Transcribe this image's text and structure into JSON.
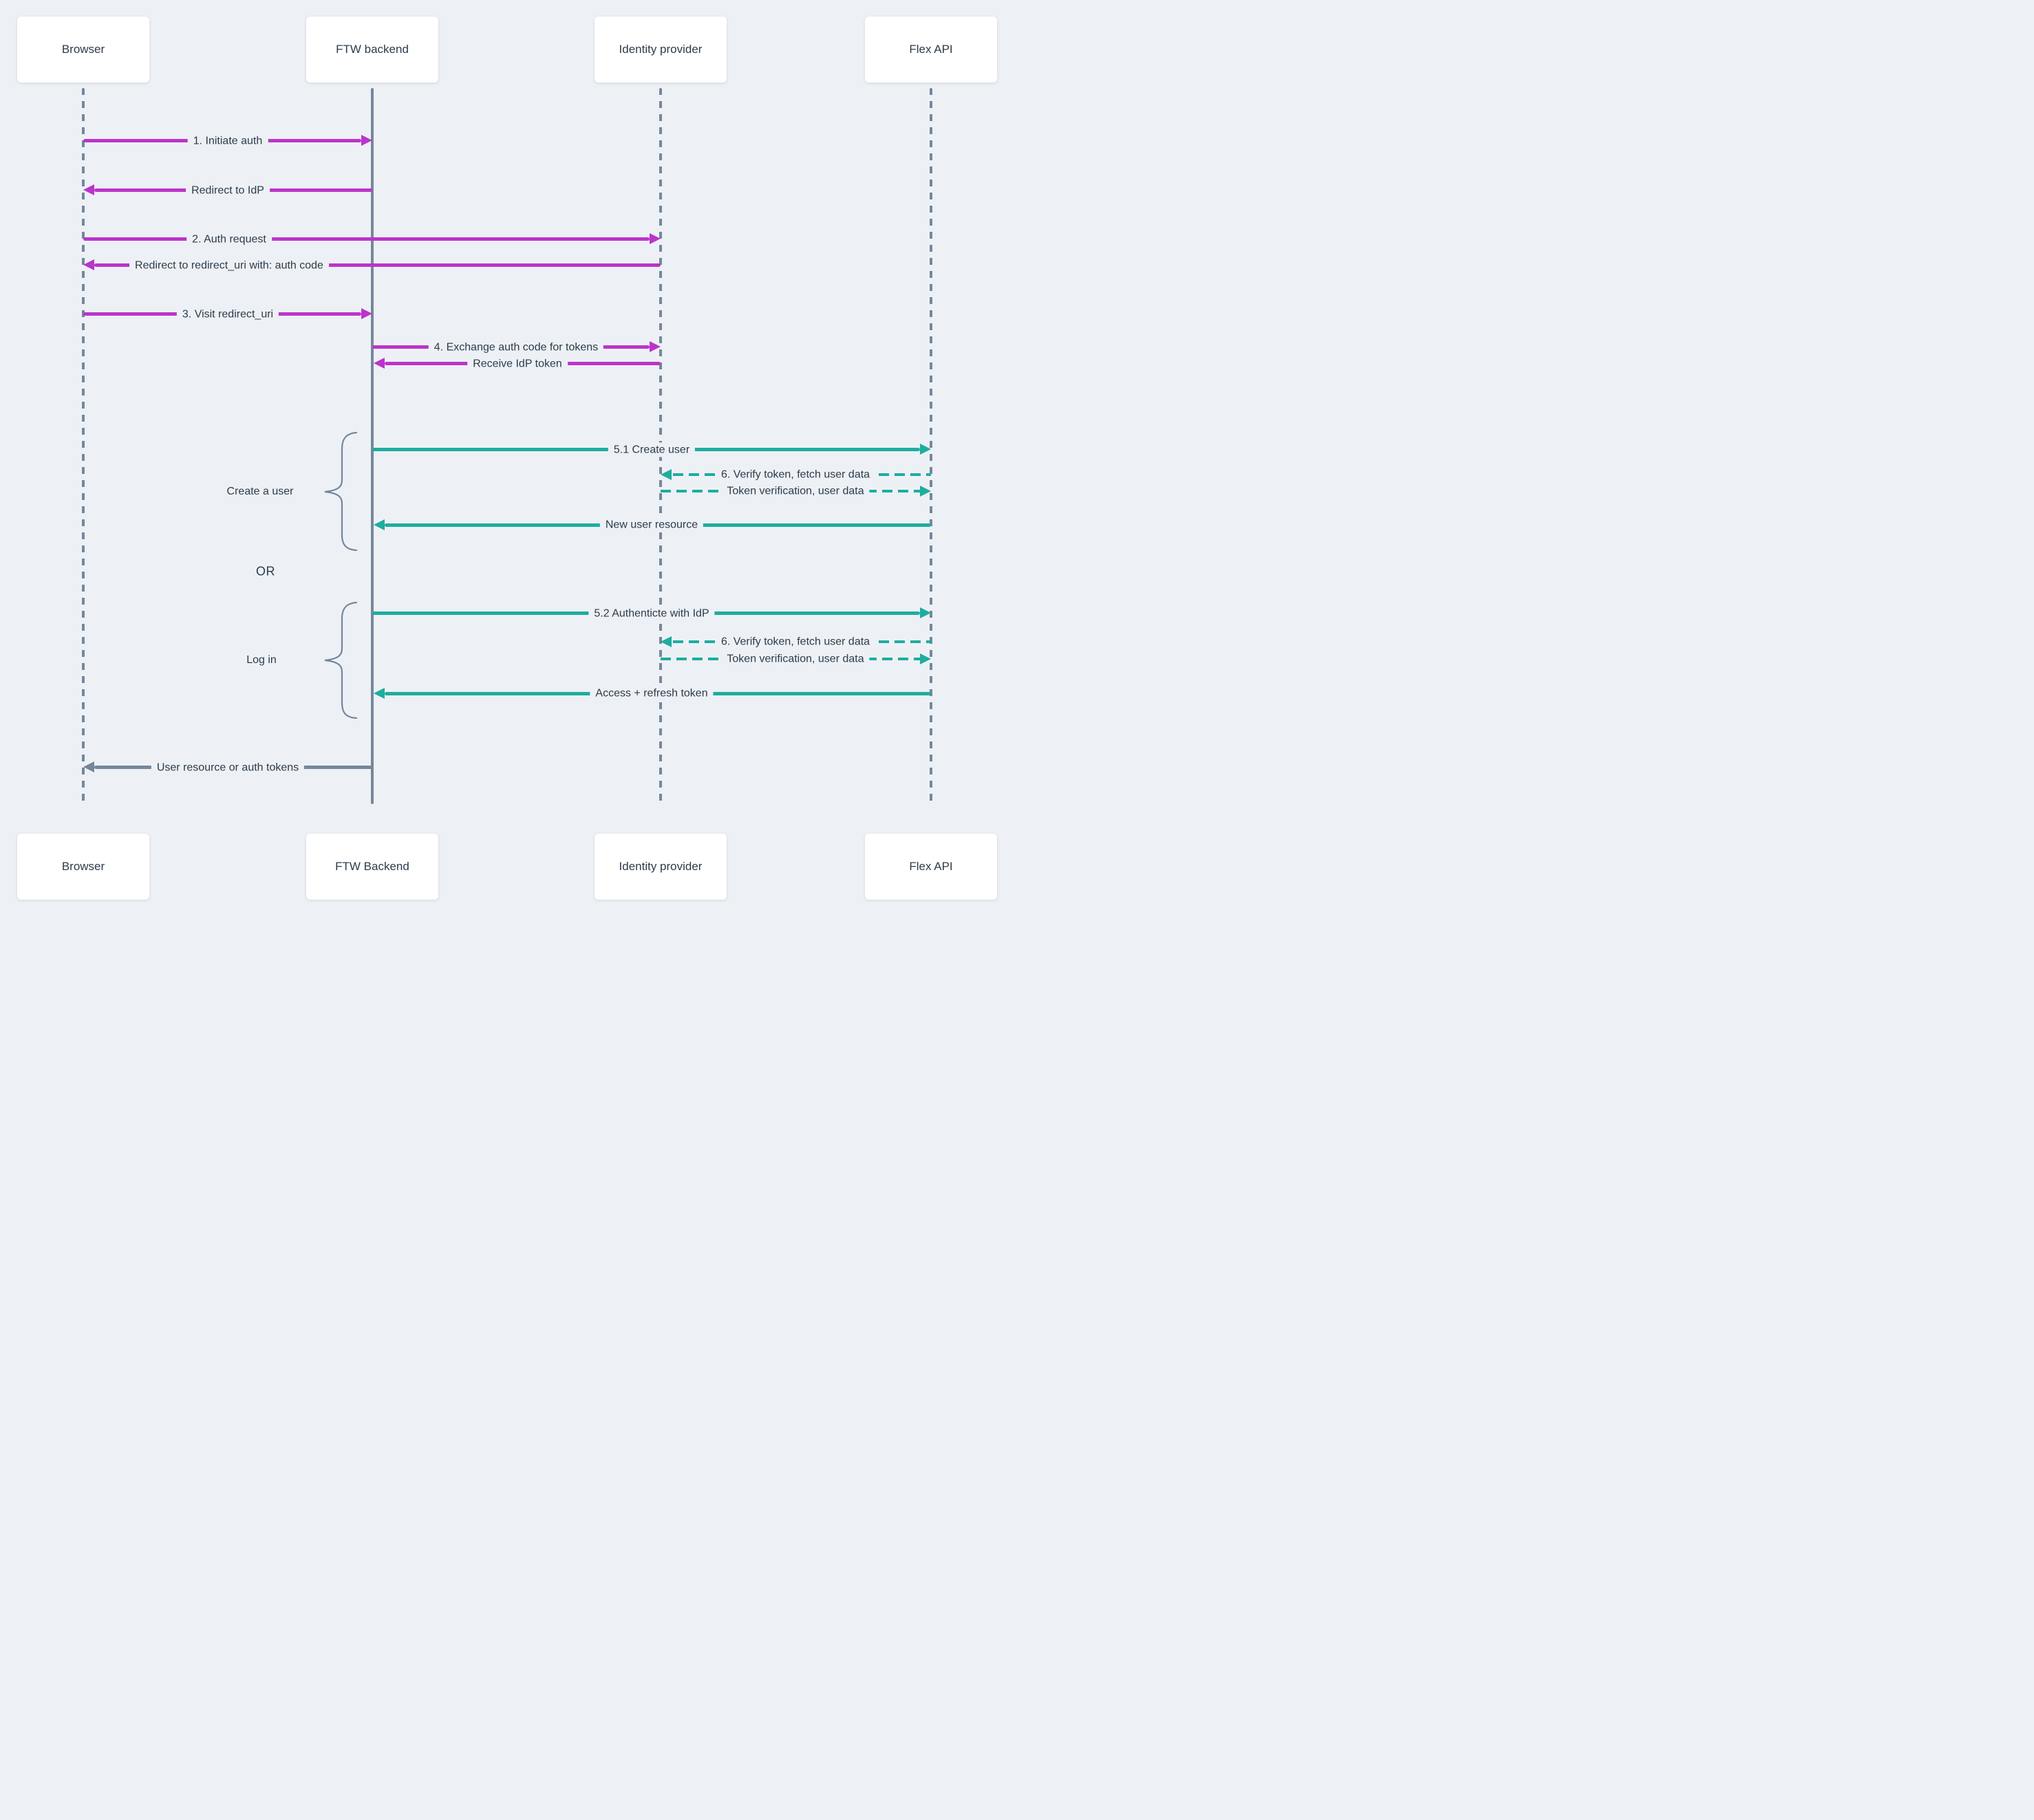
{
  "diagram": {
    "type": "sequence-diagram",
    "background_color": "#edf1f6",
    "colors": {
      "browser_flow_magenta": "#bc34ca",
      "backend_flow_teal": "#1ead9e",
      "neutral_gray": "#75879b",
      "text": "#2d3b4a",
      "box_background": "#ffffff"
    },
    "actors_top": [
      "Browser",
      "FTW backend",
      "Identity provider",
      "Flex API"
    ],
    "actors_bottom": [
      "Browser",
      "FTW Backend",
      "Identity provider",
      "Flex API"
    ],
    "groups": {
      "create_user": {
        "label": "Create a user"
      },
      "or": {
        "label": "OR"
      },
      "log_in": {
        "label": "Log in"
      }
    },
    "messages": [
      {
        "label": "1. Initiate auth",
        "from": "Browser",
        "to": "FTW backend",
        "style": "solid",
        "color": "magenta"
      },
      {
        "label": "Redirect to IdP",
        "from": "FTW backend",
        "to": "Browser",
        "style": "solid",
        "color": "magenta"
      },
      {
        "label": "2. Auth request",
        "from": "Browser",
        "to": "Identity provider",
        "style": "solid",
        "color": "magenta"
      },
      {
        "label": "Redirect to redirect_uri with: auth code",
        "from": "Identity provider",
        "to": "Browser",
        "style": "solid",
        "color": "magenta"
      },
      {
        "label": "3. Visit redirect_uri",
        "from": "Browser",
        "to": "FTW backend",
        "style": "solid",
        "color": "magenta"
      },
      {
        "label": "4. Exchange auth code for tokens",
        "from": "FTW backend",
        "to": "Identity provider",
        "style": "solid",
        "color": "magenta"
      },
      {
        "label": "Receive IdP token",
        "from": "Identity provider",
        "to": "FTW backend",
        "style": "solid",
        "color": "magenta"
      },
      {
        "label": "5.1 Create user",
        "from": "FTW backend",
        "to": "Flex API",
        "style": "solid",
        "color": "teal"
      },
      {
        "label": "6. Verify token, fetch user data",
        "from": "Flex API",
        "to": "Identity provider",
        "style": "dashed",
        "color": "teal"
      },
      {
        "label": "Token verification, user data",
        "from": "Identity provider",
        "to": "Flex API",
        "style": "dashed",
        "color": "teal"
      },
      {
        "label": "New user resource",
        "from": "Flex API",
        "to": "FTW backend",
        "style": "solid",
        "color": "teal"
      },
      {
        "label": "5.2 Authenticte with IdP",
        "from": "FTW backend",
        "to": "Flex API",
        "style": "solid",
        "color": "teal"
      },
      {
        "label": "6. Verify token, fetch user data",
        "from": "Flex API",
        "to": "Identity provider",
        "style": "dashed",
        "color": "teal"
      },
      {
        "label": "Token verification, user data",
        "from": "Identity provider",
        "to": "Flex API",
        "style": "dashed",
        "color": "teal"
      },
      {
        "label": "Access + refresh token",
        "from": "Flex API",
        "to": "FTW backend",
        "style": "solid",
        "color": "teal"
      },
      {
        "label": "User resource or auth tokens",
        "from": "FTW backend",
        "to": "Browser",
        "style": "solid",
        "color": "gray"
      }
    ]
  }
}
